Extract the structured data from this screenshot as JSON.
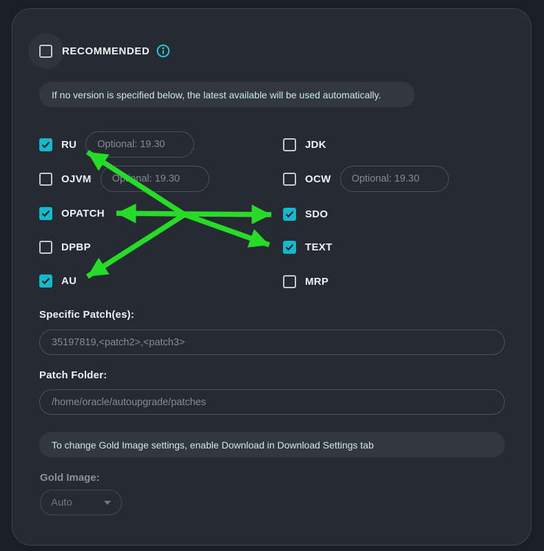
{
  "panel": {
    "recommended": {
      "label": "RECOMMENDED",
      "checked": false
    },
    "version_banner": "If no version is specified below, the latest available will be used automatically.",
    "options": {
      "left": [
        {
          "label": "RU",
          "checked": true,
          "version_placeholder": "Optional: 19.30"
        },
        {
          "label": "OJVM",
          "checked": false,
          "version_placeholder": "Optional: 19.30"
        },
        {
          "label": "OPATCH",
          "checked": true
        },
        {
          "label": "DPBP",
          "checked": false
        },
        {
          "label": "AU",
          "checked": true
        }
      ],
      "right": [
        {
          "label": "JDK",
          "checked": false
        },
        {
          "label": "OCW",
          "checked": false,
          "version_placeholder": "Optional: 19.30"
        },
        {
          "label": "SDO",
          "checked": true
        },
        {
          "label": "TEXT",
          "checked": true
        },
        {
          "label": "MRP",
          "checked": false
        }
      ]
    },
    "specific_patches": {
      "label": "Specific Patch(es):",
      "placeholder": "35197819,<patch2>,<patch3>",
      "value": ""
    },
    "patch_folder": {
      "label": "Patch Folder:",
      "placeholder": "/home/oracle/autoupgrade/patches",
      "value": ""
    },
    "gold_image_banner": "To change Gold Image settings, enable Download in Download Settings tab",
    "gold_image": {
      "label": "Gold Image:",
      "value": "Auto",
      "disabled": true
    }
  },
  "annotations": {
    "arrow_color": "#27dc27",
    "arrows_point_to": [
      "RU",
      "OPATCH",
      "SDO",
      "TEXT",
      "AU"
    ]
  },
  "colors": {
    "page_bg": "#1a1e25",
    "card_bg": "#262b33",
    "card_border": "#3e444d",
    "checkbox_checked": "#14b9cb",
    "info_icon": "#1ec9da",
    "banner_bg": "#33383f",
    "banner_text": "#c9e9ec",
    "label_text": "#f0f2f4",
    "placeholder_text": "#848b93",
    "muted_label": "#8a9099"
  }
}
